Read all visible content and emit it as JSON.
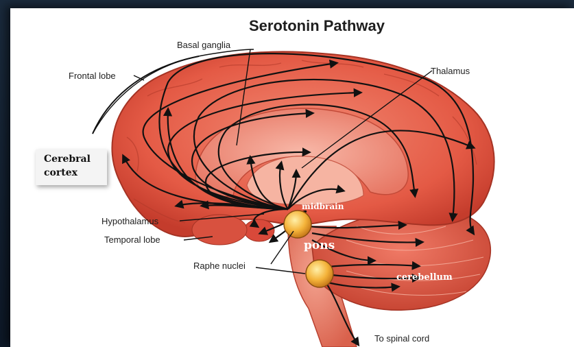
{
  "title": "Serotonin Pathway",
  "labels": {
    "basal_ganglia": "Basal ganglia",
    "frontal_lobe": "Frontal lobe",
    "thalamus": "Thalamus",
    "cerebral_cortex_1": "Cerebral",
    "cerebral_cortex_2": "cortex",
    "hypothalamus": "Hypothalamus",
    "temporal_lobe": "Temporal lobe",
    "raphe_nuclei": "Raphe nuclei",
    "to_spinal_cord": "To spinal cord",
    "midbrain": "midbrain",
    "pons": "pons",
    "cerebellum": "cerebellum"
  },
  "colors": {
    "brain": "#e8624e",
    "brain_dark": "#c8402f",
    "brain_light": "#f6a08e",
    "arrow": "#111111",
    "nucleus": "#f2b33a"
  }
}
